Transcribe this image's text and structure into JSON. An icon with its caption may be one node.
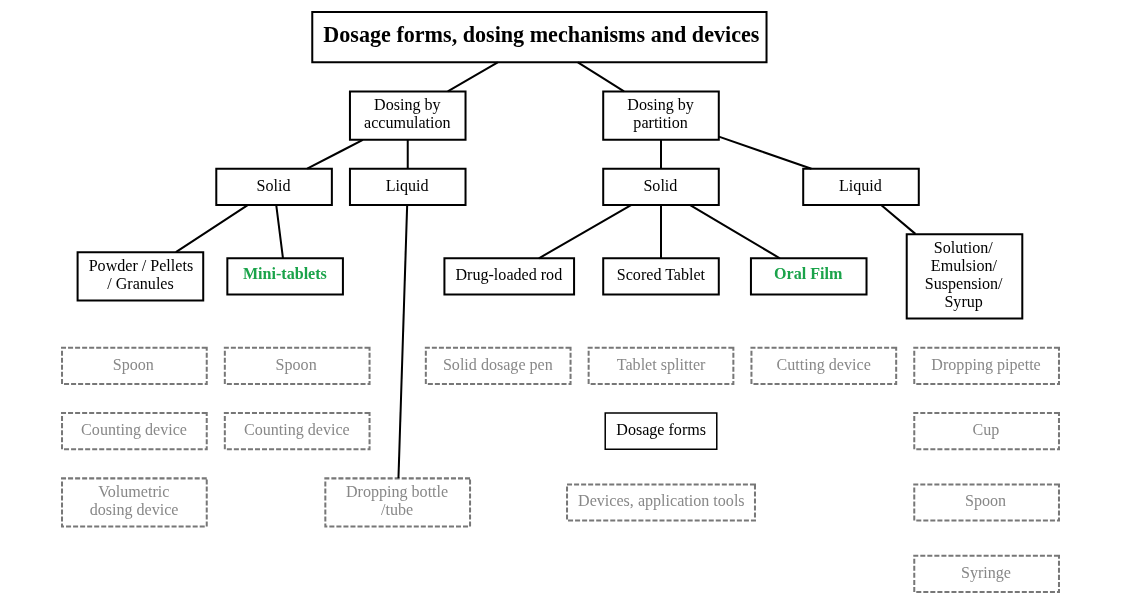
{
  "diagram": {
    "nodes": [
      {
        "text": [
          "Dosage forms, dosing mechanisms and devices"
        ]
      },
      {
        "text": [
          "Dosing by accumulation"
        ]
      },
      {
        "text": [
          "Dosing by partition"
        ]
      },
      {
        "text": [
          "Solid"
        ]
      },
      {
        "text": [
          "Liquid"
        ]
      },
      {
        "text": [
          "Powder / Pellets / Granules"
        ]
      },
      {
        "text": [
          "Mini-tablets"
        ]
      },
      {
        "text": [
          "Spoon"
        ]
      },
      {
        "text": [
          "Counting device"
        ]
      },
      {
        "text": [
          "Volumetric dosing device"
        ]
      },
      {
        "text": [
          "Spoon"
        ]
      },
      {
        "text": [
          "Counting device"
        ]
      },
      {
        "text": [
          "Dropping bottle /tube"
        ]
      },
      {
        "text": [
          "Solid"
        ]
      },
      {
        "text": [
          "Liquid"
        ]
      },
      {
        "text": [
          "Drug-loaded rod"
        ]
      },
      {
        "text": [
          "Scored Tablet"
        ]
      },
      {
        "text": [
          "Oral Film"
        ]
      },
      {
        "text": [
          "Solution/ Emulsion/ Suspension/ Syrup"
        ]
      },
      {
        "text": [
          "Solid dosage pen"
        ]
      },
      {
        "text": [
          "Tablet splitter"
        ]
      },
      {
        "text": [
          "Cutting device"
        ]
      },
      {
        "text": [
          "Dropping pipette"
        ]
      },
      {
        "text": [
          "Cup"
        ]
      },
      {
        "text": [
          "Spoon"
        ]
      },
      {
        "text": [
          "Syringe"
        ]
      },
      {
        "text": [
          "Dosage forms"
        ]
      },
      {
        "text": [
          "Devices, application tools"
        ]
      }
    ],
    "edges": [
      {
        "from": 0,
        "to": 1,
        "arrow": "none"
      },
      {
        "from": 0,
        "to": 2,
        "arrow": "none"
      },
      {
        "from": 1,
        "to": 3,
        "arrow": "none"
      },
      {
        "from": 1,
        "to": 4,
        "arrow": "none"
      },
      {
        "from": 3,
        "to": 5,
        "arrow": "none"
      },
      {
        "from": 3,
        "to": 6,
        "arrow": "none"
      },
      {
        "from": 4,
        "to": 12,
        "arrow": "none"
      },
      {
        "from": 2,
        "to": 13,
        "arrow": "none"
      },
      {
        "from": 2,
        "to": 14,
        "arrow": "none"
      },
      {
        "from": 13,
        "to": 15,
        "arrow": "none"
      },
      {
        "from": 13,
        "to": 16,
        "arrow": "none"
      },
      {
        "from": 13,
        "to": 17,
        "arrow": "none"
      },
      {
        "from": 14,
        "to": 18,
        "arrow": "none"
      }
    ]
  }
}
